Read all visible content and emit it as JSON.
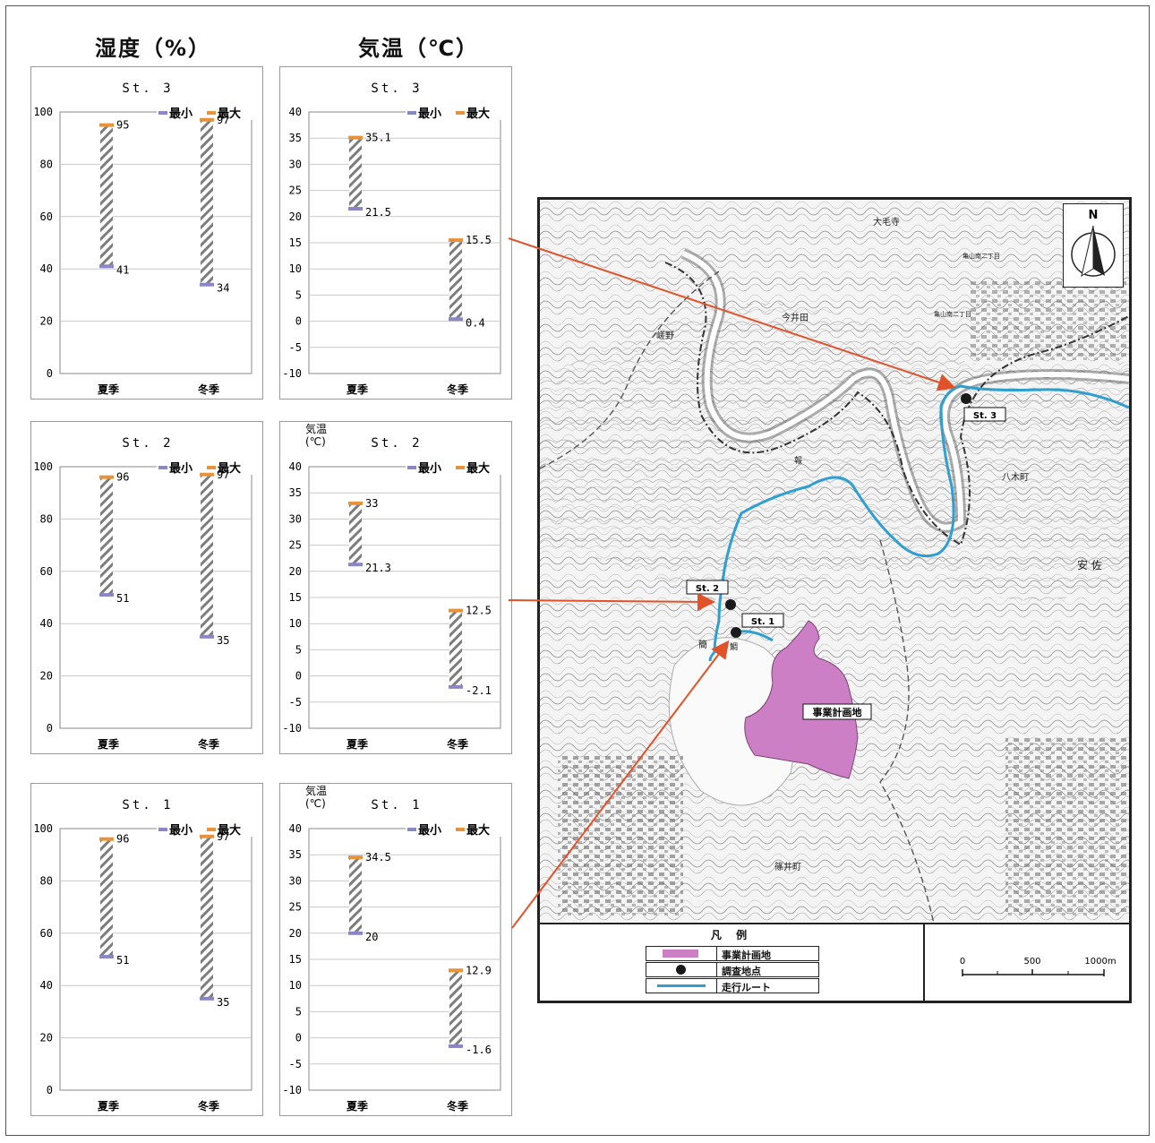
{
  "page": {
    "humidity_title": "湿度（%）",
    "temperature_title": "気温（℃）"
  },
  "colors": {
    "min": "#8a86c8",
    "max": "#e8923a",
    "hatch": "#7d7d7d",
    "grid": "#c8c8c8",
    "arrow": "#e0522a",
    "route": "#2f9fd0",
    "plan_area": "#cc7fc4"
  },
  "chart_data": [
    {
      "id": "hum-st3",
      "type": "bar",
      "title": "St. 3",
      "categories": [
        "夏季",
        "冬季"
      ],
      "series": [
        {
          "name": "最小",
          "values": [
            41,
            34
          ]
        },
        {
          "name": "最大",
          "values": [
            95,
            97
          ]
        }
      ],
      "labels": {
        "min": [
          "41",
          "34"
        ],
        "max": [
          "95",
          "97"
        ]
      },
      "ylim": [
        0,
        100
      ],
      "ystep": 20,
      "ylabel": "",
      "legend": "top-right"
    },
    {
      "id": "tmp-st3",
      "type": "bar",
      "title": "St. 3",
      "categories": [
        "夏季",
        "冬季"
      ],
      "series": [
        {
          "name": "最小",
          "values": [
            21.5,
            0.4
          ]
        },
        {
          "name": "最大",
          "values": [
            35.1,
            15.5
          ]
        }
      ],
      "labels": {
        "min": [
          "21.5",
          "0.4"
        ],
        "max": [
          "35.1",
          "15.5"
        ]
      },
      "ylim": [
        -10,
        40
      ],
      "ystep": 5,
      "ylabel": "",
      "legend": "top-right"
    },
    {
      "id": "hum-st2",
      "type": "bar",
      "title": "St. 2",
      "categories": [
        "夏季",
        "冬季"
      ],
      "series": [
        {
          "name": "最小",
          "values": [
            51,
            35
          ]
        },
        {
          "name": "最大",
          "values": [
            96,
            97
          ]
        }
      ],
      "labels": {
        "min": [
          "51",
          "35"
        ],
        "max": [
          "96",
          "97"
        ]
      },
      "ylim": [
        0,
        100
      ],
      "ystep": 20,
      "ylabel": "",
      "legend": "top-right"
    },
    {
      "id": "tmp-st2",
      "type": "bar",
      "title": "St. 2",
      "categories": [
        "夏季",
        "冬季"
      ],
      "series": [
        {
          "name": "最小",
          "values": [
            21.3,
            -2.1
          ]
        },
        {
          "name": "最大",
          "values": [
            33,
            12.5
          ]
        }
      ],
      "labels": {
        "min": [
          "21.3",
          "-2.1"
        ],
        "max": [
          "33",
          "12.5"
        ]
      },
      "ylim": [
        -10,
        40
      ],
      "ystep": 5,
      "ylabel": "気温\n(℃)",
      "legend": "top-right"
    },
    {
      "id": "hum-st1",
      "type": "bar",
      "title": "St. 1",
      "categories": [
        "夏季",
        "冬季"
      ],
      "series": [
        {
          "name": "最小",
          "values": [
            51,
            35
          ]
        },
        {
          "name": "最大",
          "values": [
            96,
            97
          ]
        }
      ],
      "labels": {
        "min": [
          "51",
          "35"
        ],
        "max": [
          "96",
          "97"
        ]
      },
      "ylim": [
        0,
        100
      ],
      "ystep": 20,
      "ylabel": "",
      "legend": "top-right"
    },
    {
      "id": "tmp-st1",
      "type": "bar",
      "title": "St. 1",
      "categories": [
        "夏季",
        "冬季"
      ],
      "series": [
        {
          "name": "最小",
          "values": [
            20,
            -1.6
          ]
        },
        {
          "name": "最大",
          "values": [
            34.5,
            12.9
          ]
        }
      ],
      "labels": {
        "min": [
          "20",
          "-1.6"
        ],
        "max": [
          "34.5",
          "12.9"
        ]
      },
      "ylim": [
        -10,
        40
      ],
      "ystep": 5,
      "ylabel": "気温\n(℃)",
      "legend": "top-right"
    }
  ],
  "map": {
    "north_label": "N",
    "stations": [
      "St. 3",
      "St. 2",
      "St. 1"
    ],
    "plan_area_label": "事業計画地",
    "place_names": [
      "大毛寺",
      "今井田",
      "嵯野",
      "亀山南二丁目",
      "亀山南二丁目",
      "八木町",
      "安 佐",
      "篠井町",
      "簡",
      "報",
      "鯛"
    ]
  },
  "legend": {
    "title": "凡 例",
    "items": [
      {
        "label": "事業計画地"
      },
      {
        "label": "調査地点"
      },
      {
        "label": "走行ルート"
      }
    ],
    "scale": {
      "ticks": [
        "0",
        "500",
        "1000m"
      ]
    }
  }
}
